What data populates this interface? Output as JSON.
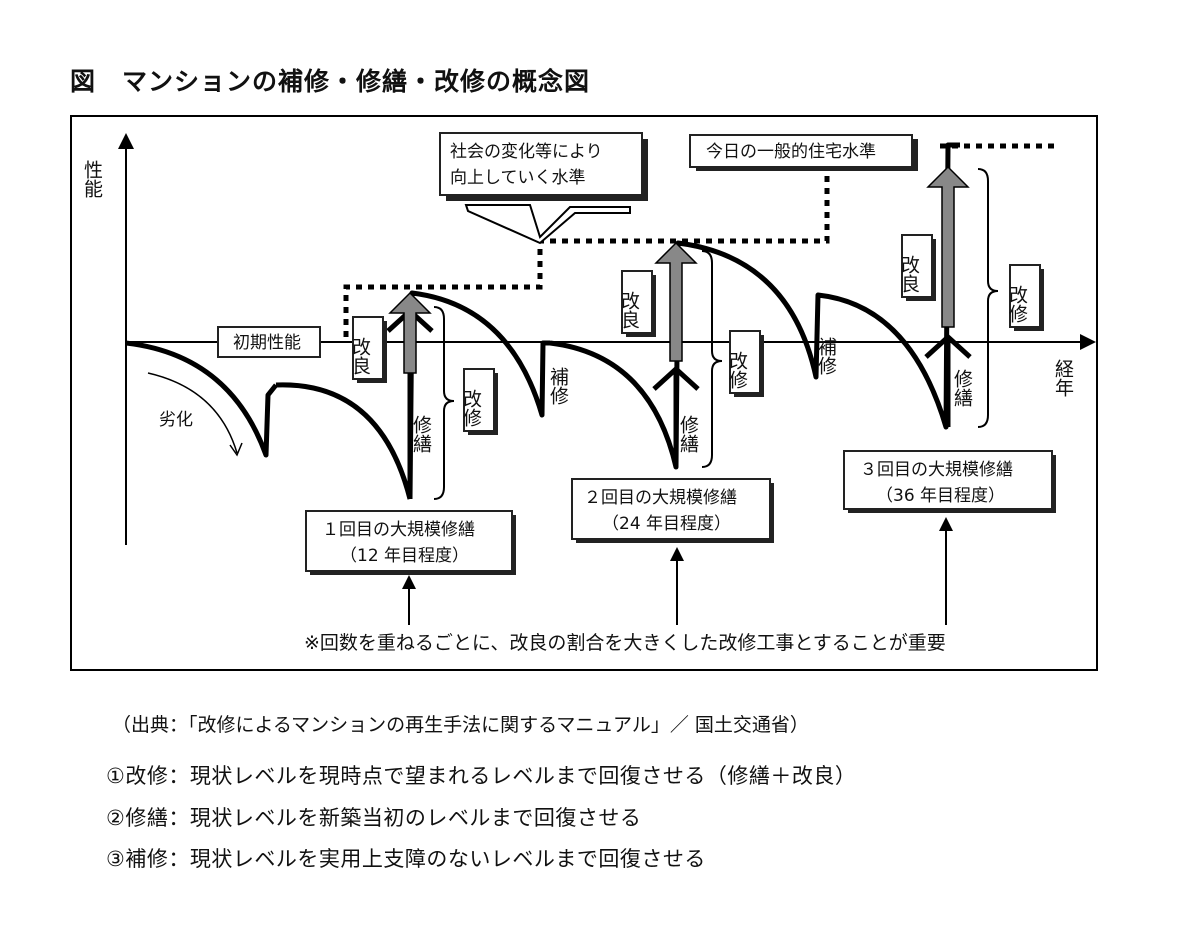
{
  "title": "図　マンションの補修・修繕・改修の概念図",
  "diagram": {
    "y_axis_label": "性能",
    "x_axis_label": "経年",
    "initial_performance_label": "初期性能",
    "deterioration_label": "劣化",
    "rising_standard_label_line1": "社会の変化等により",
    "rising_standard_label_line2": "向上していく水準",
    "current_standard_label": "今日の一般的住宅水準",
    "improvement_label": "改良",
    "restoration_label": "修繕",
    "modification_label": "改修",
    "maintenance_label": "補修",
    "renovations": [
      {
        "line1": "１回目の大規模修繕",
        "line2": "（12 年目程度）"
      },
      {
        "line1": "２回目の大規模修繕",
        "line2": "（24 年目程度）"
      },
      {
        "line1": "３回目の大規模修繕",
        "line2": "（36 年目程度）"
      }
    ],
    "note": "※回数を重ねるごとに、改良の割合を大きくした改修工事とすることが重要"
  },
  "source": "（出典：「改修によるマンションの再生手法に関するマニュアル」／ 国土交通省）",
  "definitions": [
    "①改修：現状レベルを現時点で望まれるレベルまで回復させる（修繕＋改良）",
    "②修繕：現状レベルを新築当初のレベルまで回復させる",
    "③補修：現状レベルを実用上支障のないレベルまで回復させる"
  ]
}
